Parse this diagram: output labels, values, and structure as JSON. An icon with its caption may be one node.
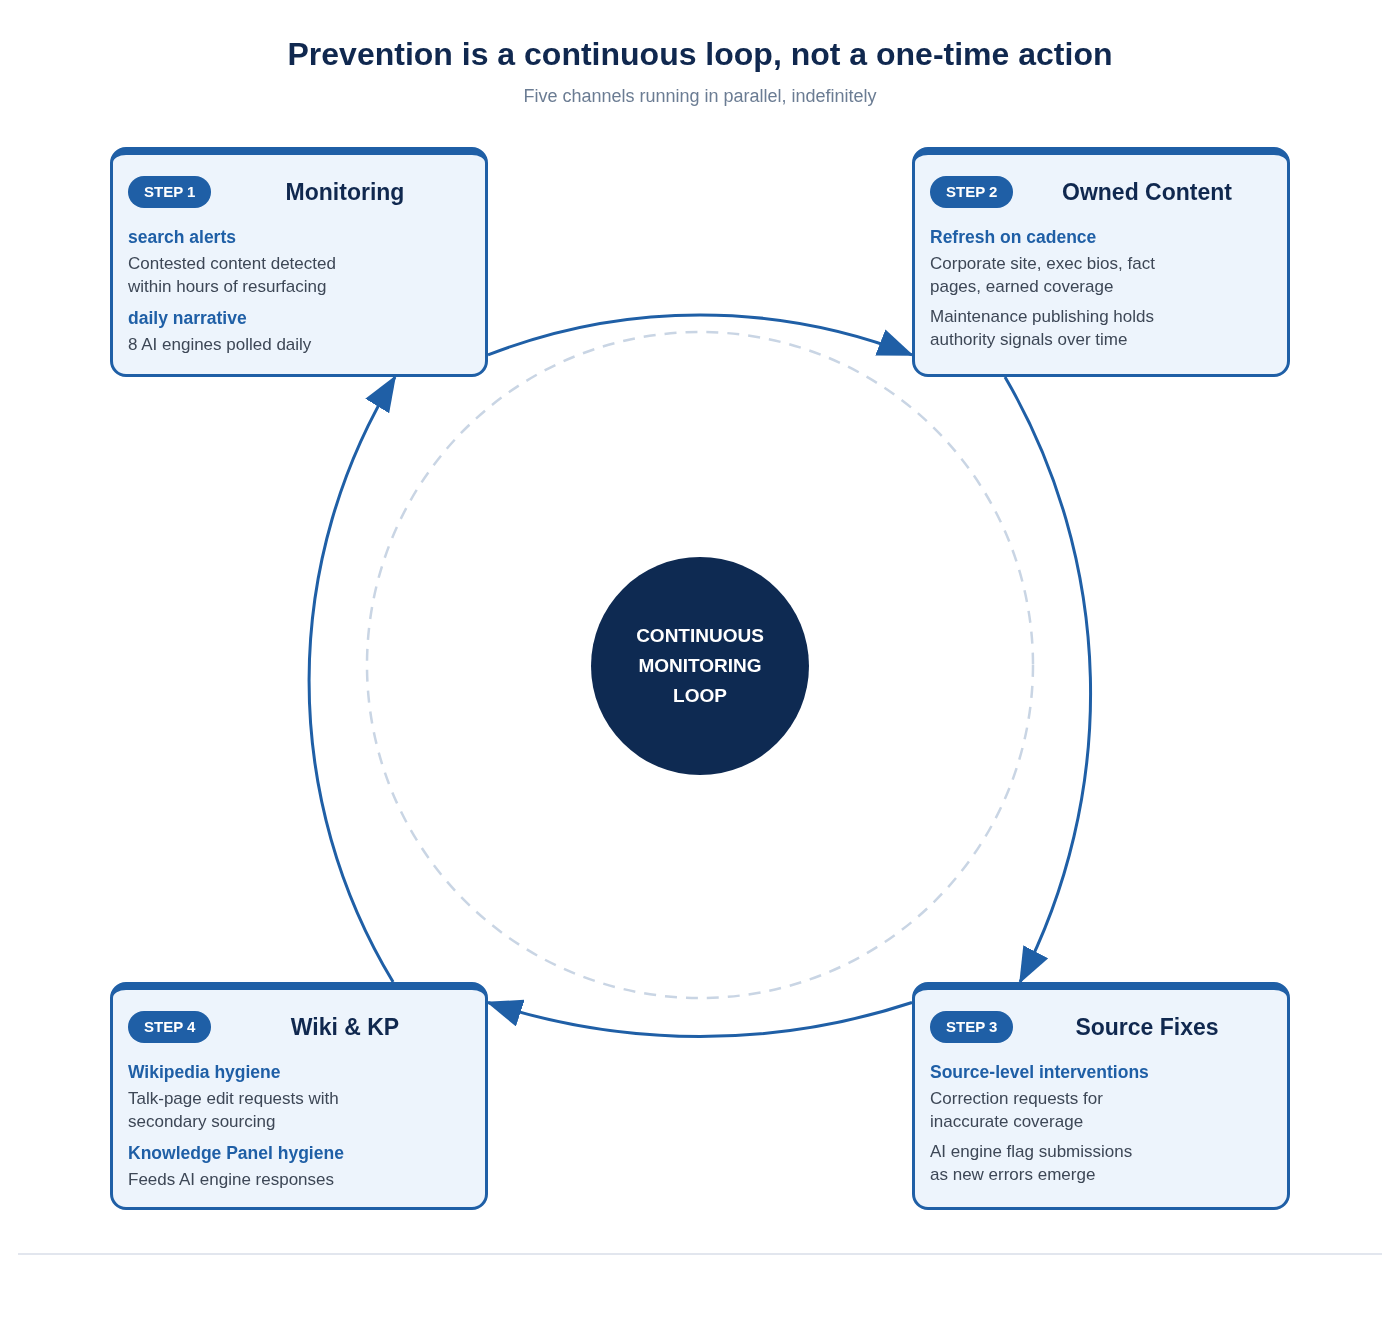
{
  "diagram": {
    "title": "Prevention is a continuous loop, not a one-time action",
    "caption": "Five channels running in parallel, indefinitely",
    "nodes": [
      {
        "text": [
          "Monitoring",
          "search alerts",
          "Contested content detected within hours of resurfacing",
          "daily narrative",
          "8 AI engines polled daily"
        ]
      },
      {
        "text": [
          "STEP 1"
        ],
        "in": 0
      },
      {
        "text": [
          "Owned Content",
          "Refresh on cadence",
          "Corporate site, exec bios, fact pages, earned coverage",
          "Maintenance publishing holds authority signals over time"
        ]
      },
      {
        "text": [
          "STEP 2"
        ],
        "in": 2
      },
      {
        "text": [
          "CONTINUOUS MONITORING LOOP"
        ]
      },
      {
        "text": [
          "Wiki & KP",
          "Wikipedia hygiene",
          "Talk-page edit requests with secondary sourcing",
          "Knowledge Panel hygiene",
          "Feeds AI engine responses"
        ]
      },
      {
        "text": [
          "STEP 4"
        ],
        "in": 5
      },
      {
        "text": [
          "Source Fixes",
          "Source-level interventions",
          "Correction requests for inaccurate coverage",
          "AI engine flag submissions as new errors emerge"
        ]
      },
      {
        "text": [
          "STEP 3"
        ],
        "in": 7
      }
    ],
    "edges": [
      {
        "from": 0,
        "to": 2,
        "arrow": "to"
      },
      {
        "from": 2,
        "to": 7,
        "arrow": "to"
      },
      {
        "from": 7,
        "to": 5,
        "arrow": "to"
      },
      {
        "from": 5,
        "to": 0,
        "arrow": "to"
      }
    ]
  }
}
